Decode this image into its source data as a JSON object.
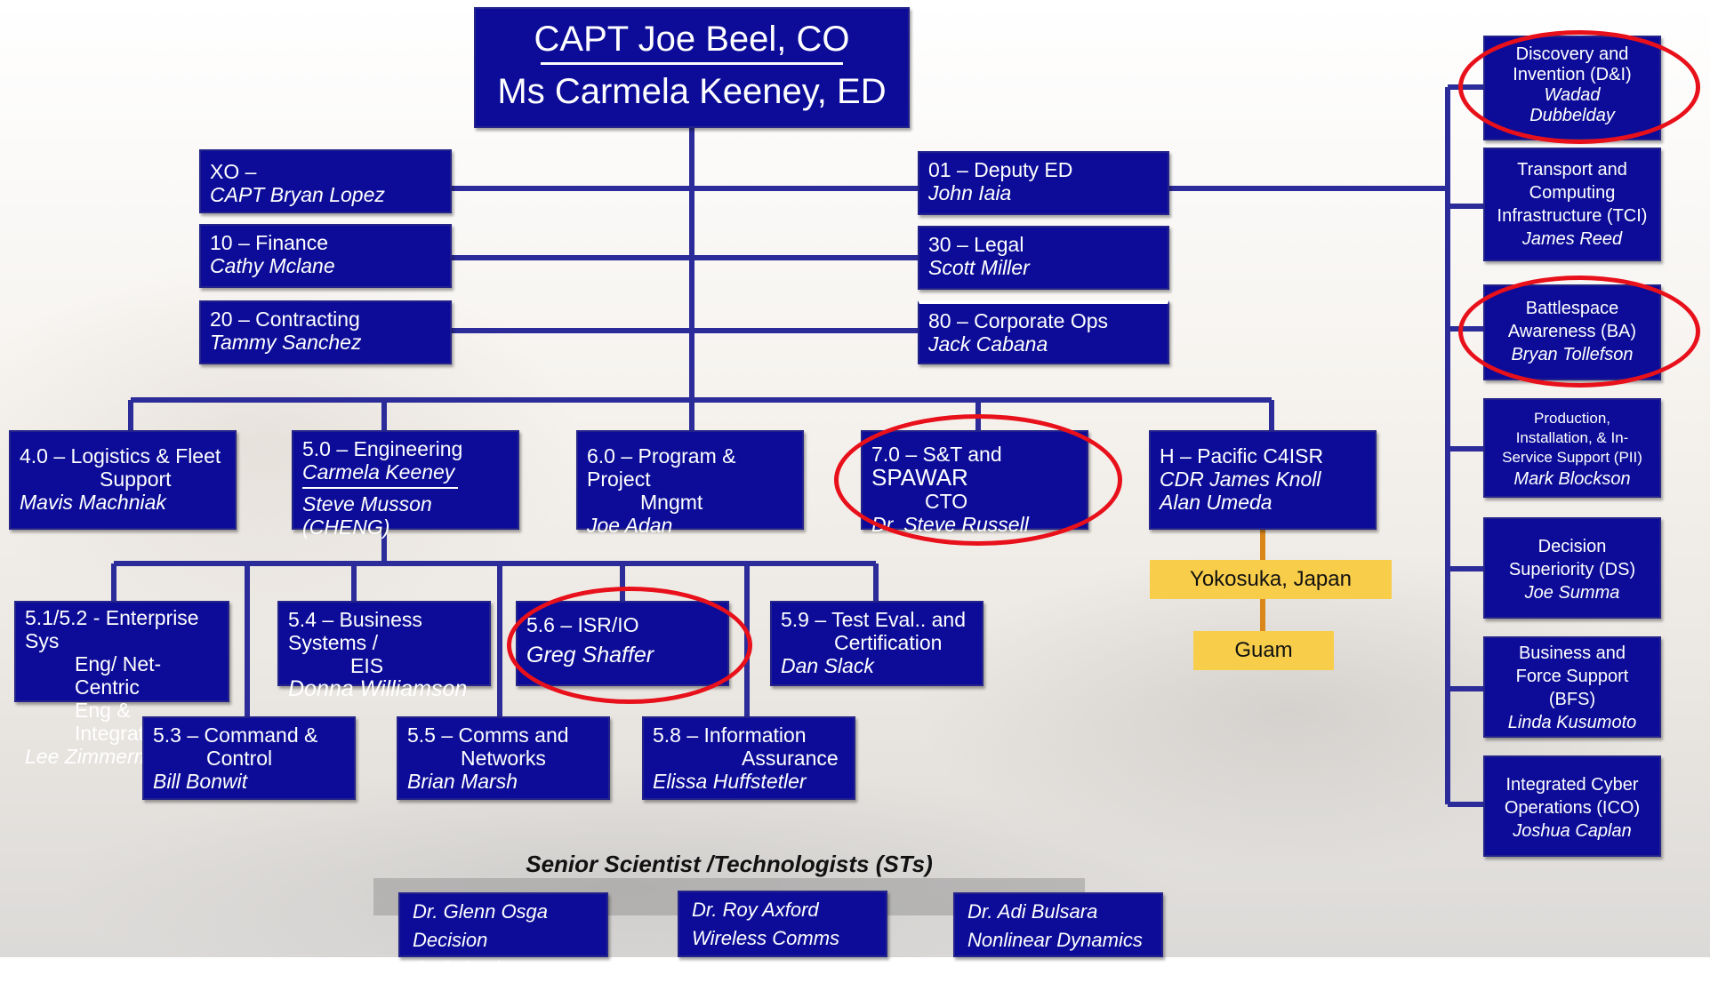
{
  "title": {
    "line1": "CAPT Joe Beel, CO",
    "line2": "Ms Carmela Keeney, ED"
  },
  "staff_left": [
    {
      "code": "XO –",
      "name": "CAPT Bryan Lopez"
    },
    {
      "code": "10 – Finance",
      "name": "Cathy Mclane"
    },
    {
      "code": "20 – Contracting",
      "name": "Tammy Sanchez"
    }
  ],
  "staff_right": [
    {
      "code": "01 – Deputy ED",
      "name": "John Iaia"
    },
    {
      "code": "30 – Legal",
      "name": "Scott Miller"
    },
    {
      "code": "80 – Corporate Ops",
      "name": "Jack Cabana"
    }
  ],
  "departments": {
    "logistics": {
      "line1": "4.0 –  Logistics & Fleet",
      "line2": "Support",
      "name": "Mavis Machniak"
    },
    "engineering": {
      "line1": "5.0 –  Engineering",
      "name1": "Carmela Keeney",
      "name2": "Steve Musson (CHENG)"
    },
    "program": {
      "line1": "6.0 –  Program & Project",
      "line2": "Mngmt",
      "name": "Joe Adan"
    },
    "st": {
      "line1": "7.0 –  S&T and",
      "line1b": "SPAWAR",
      "line2": "CTO",
      "name": "Dr. Steve Russell"
    },
    "pacific": {
      "line1": "H – Pacific C4ISR",
      "name1": "CDR James Knoll",
      "name2": "Alan Umeda"
    }
  },
  "locations": [
    "Yokosuka, Japan",
    "Guam"
  ],
  "engineering_subs": {
    "enterprise": {
      "line1": "5.1/5.2  - Enterprise Sys",
      "line2": "Eng/ Net-Centric",
      "line3": "Eng & Integration",
      "name": "Lee Zimmerman"
    },
    "business": {
      "line1": "5.4 – Business Systems /",
      "line2": "EIS",
      "name": "Donna Williamson"
    },
    "isr": {
      "line1": "5.6 – ISR/IO",
      "name": "Greg Shaffer"
    },
    "test": {
      "line1": "5.9  –  Test Eval.. and",
      "line2": "Certification",
      "name": "Dan Slack"
    },
    "command": {
      "line1": "5.3  –  Command &",
      "line2": "Control",
      "name": "Bill Bonwit"
    },
    "comms": {
      "line1": "5.5  –  Comms and",
      "line2": "Networks",
      "name": "Brian Marsh"
    },
    "info": {
      "line1": "5.8 – Information",
      "line2": "Assurance",
      "name": "Elissa Huffstetler"
    }
  },
  "competencies": [
    {
      "lines": [
        "Discovery and",
        "Invention (D&I)"
      ],
      "name": [
        "Wadad",
        "Dubbelday"
      ]
    },
    {
      "lines": [
        "Transport and",
        "Computing",
        "Infrastructure (TCI)"
      ],
      "name": [
        "James Reed"
      ]
    },
    {
      "lines": [
        "Battlespace",
        "Awareness (BA)"
      ],
      "name": [
        "Bryan Tollefson"
      ]
    },
    {
      "lines": [
        "Production,",
        "Installation, & In-",
        "Service Support (PII)"
      ],
      "name": [
        "Mark Blockson"
      ]
    },
    {
      "lines": [
        "Decision",
        "Superiority (DS)"
      ],
      "name": [
        "Joe Summa"
      ]
    },
    {
      "lines": [
        "Business and",
        "Force Support",
        "(BFS)"
      ],
      "name": [
        "Linda Kusumoto"
      ]
    },
    {
      "lines": [
        "Integrated Cyber",
        "Operations (ICO)"
      ],
      "name": [
        "Joshua Caplan"
      ]
    }
  ],
  "senior_st": {
    "heading": "Senior Scientist /Technologists (STs)",
    "people": [
      {
        "name": "Dr. Glenn Osga",
        "area": "Decision Optimization"
      },
      {
        "name": "Dr. Roy Axford",
        "area": "Wireless Comms"
      },
      {
        "name": "Dr. Adi Bulsara",
        "area": "Nonlinear Dynamics"
      }
    ]
  },
  "colors": {
    "box_fill": "#0c0c98",
    "connector": "#2b2b9a",
    "highlight_oval": "#e8101a",
    "location_fill": "#f8cd4a",
    "location_connector": "#d9861a"
  }
}
